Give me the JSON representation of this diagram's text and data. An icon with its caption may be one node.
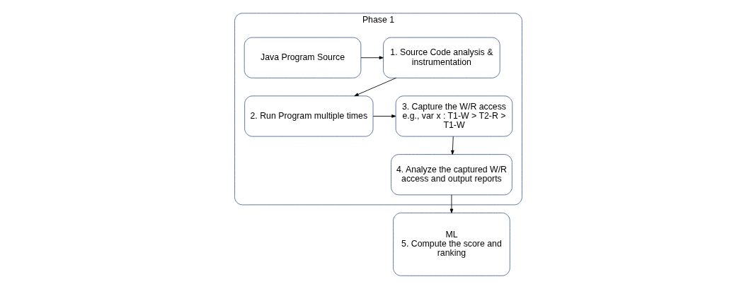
{
  "diagram": {
    "nodes": [
      {
        "text": [
          "Phase 1"
        ]
      },
      {
        "text": [
          "Java Program Source"
        ],
        "in": 0
      },
      {
        "text": [
          "1. Source Code analysis & instrumentation"
        ],
        "in": 0
      },
      {
        "text": [
          "2. Run Program multiple times"
        ],
        "in": 0
      },
      {
        "text": [
          "3. Capture the W/R access e.g., var x : T1-W > T2-R > T1-W"
        ],
        "in": 0
      },
      {
        "text": [
          "4. Analyze the captured W/R access and output reports"
        ],
        "in": 0
      },
      {
        "text": [
          "ML",
          "5. Compute the score and ranking"
        ]
      }
    ],
    "edges": [
      {
        "from": 1,
        "to": 2,
        "arrow": "to"
      },
      {
        "from": 2,
        "to": 3,
        "arrow": "to"
      },
      {
        "from": 3,
        "to": 4,
        "arrow": "to"
      },
      {
        "from": 4,
        "to": 5,
        "arrow": "to"
      },
      {
        "from": 5,
        "to": 6,
        "arrow": "to"
      }
    ]
  }
}
